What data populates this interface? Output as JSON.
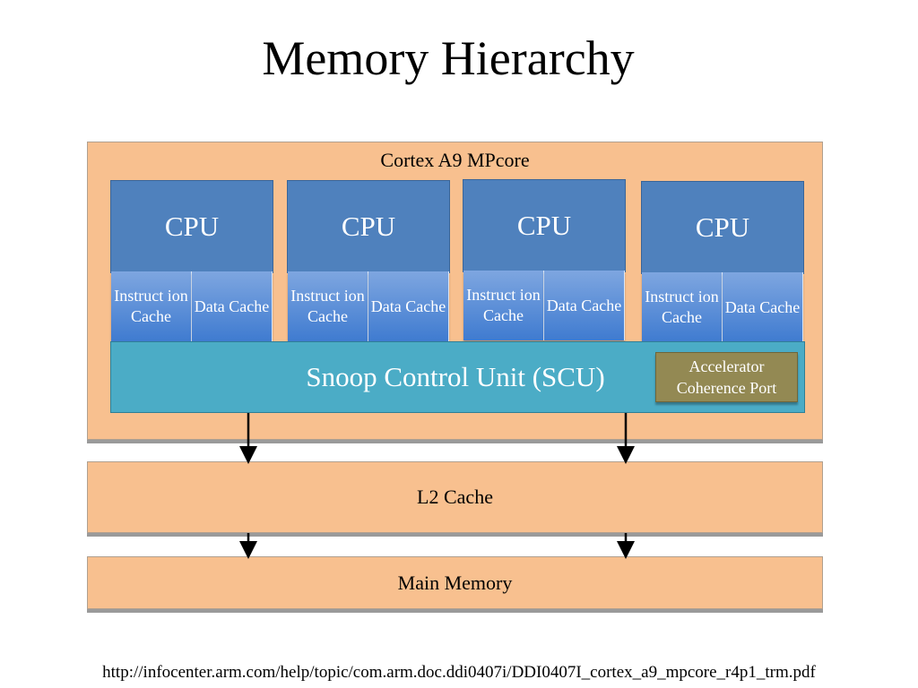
{
  "title": "Memory Hierarchy",
  "cluster_label": "Cortex A9 MPcore",
  "cpus": [
    {
      "label": "CPU",
      "icache": "Instruct ion Cache",
      "dcache": "Data Cache"
    },
    {
      "label": "CPU",
      "icache": "Instruct ion Cache",
      "dcache": "Data Cache"
    },
    {
      "label": "CPU",
      "icache": "Instruct ion Cache",
      "dcache": "Data Cache"
    },
    {
      "label": "CPU",
      "icache": "Instruct ion Cache",
      "dcache": "Data Cache"
    }
  ],
  "scu_label": "Snoop Control Unit (SCU)",
  "acp_label": "Accelerator Coherence Port",
  "l2_label": "L2 Cache",
  "memory_label": "Main Memory",
  "source_url": "http://infocenter.arm.com/help/topic/com.arm.doc.ddi0407i/DDI0407I_cortex_a9_mpcore_r4p1_trm.pdf",
  "colors": {
    "cluster_fill": "#f8c08f",
    "cpu_fill": "#4f81bd",
    "cache_fill": "#5b93d8",
    "scu_fill": "#4bacc6",
    "acp_fill": "#938953"
  }
}
